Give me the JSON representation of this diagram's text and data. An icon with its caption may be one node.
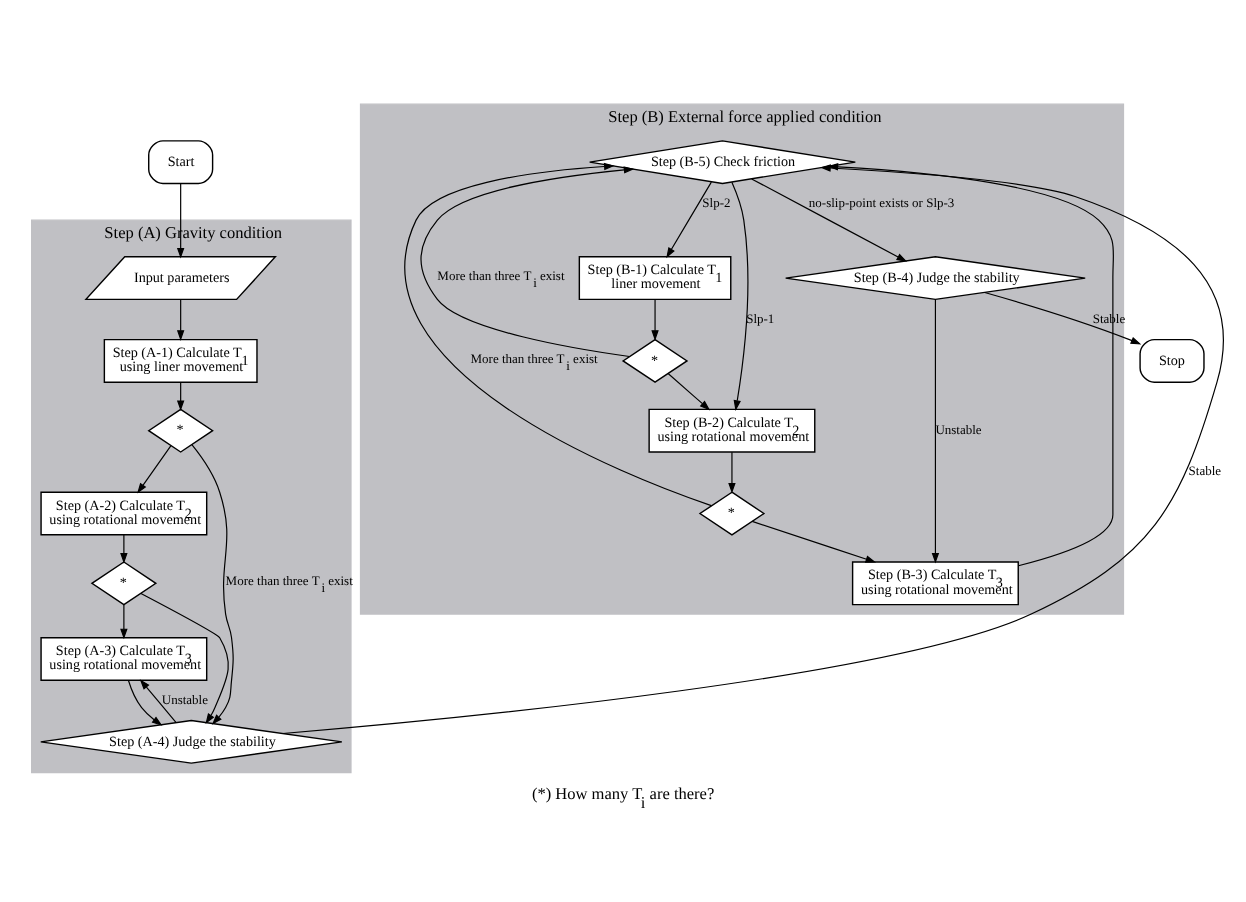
{
  "diagram": {
    "caption": "(*) How many T$_{i}$ are there?",
    "nodes": [
      {
        "text": [
          "Start"
        ]
      },
      {
        "text": [
          "Step (A) Gravity condition"
        ]
      },
      {
        "text": [
          "Input parameters"
        ],
        "in": 1
      },
      {
        "text": [
          "Step (A-1) Calculate T$_{1}$ using liner movement"
        ],
        "in": 1
      },
      {
        "text": [
          "*"
        ],
        "in": 1
      },
      {
        "text": [
          "Step (A-2) Calculate T$_{2}$ using rotational movement"
        ],
        "in": 1
      },
      {
        "text": [
          "*"
        ],
        "in": 1
      },
      {
        "text": [
          "Step (A-3) Calculate T$_{3}$ using rotational movement"
        ],
        "in": 1
      },
      {
        "text": [
          "Step (A-4) Judge the stability"
        ],
        "in": 1
      },
      {
        "text": [
          "Step (B) External force applied condition"
        ]
      },
      {
        "text": [
          "Step (B-5) Check friction"
        ],
        "in": 9
      },
      {
        "text": [
          "Step (B-4) Judge the stability"
        ],
        "in": 9
      },
      {
        "text": [
          "Stop"
        ]
      },
      {
        "text": [
          "Step (B-1) Calculate T$_{1}$ liner movement"
        ],
        "in": 9
      },
      {
        "text": [
          "*"
        ],
        "in": 9
      },
      {
        "text": [
          "Step (B-2) Calculate T$_{2}$ using rotational movement"
        ],
        "in": 9
      },
      {
        "text": [
          "*"
        ],
        "in": 9
      },
      {
        "text": [
          "Step (B-3) Calculate T$_{3}$ using rotational movement"
        ],
        "in": 9
      }
    ],
    "edges": [
      {
        "from": 0,
        "to": 2,
        "arrow": "to"
      },
      {
        "from": 2,
        "to": 3,
        "arrow": "to"
      },
      {
        "from": 3,
        "to": 4,
        "arrow": "to"
      },
      {
        "from": 4,
        "to": 5,
        "arrow": "to"
      },
      {
        "from": 5,
        "to": 6,
        "arrow": "to"
      },
      {
        "from": 6,
        "to": 7,
        "arrow": "to"
      },
      {
        "from": 7,
        "to": 8,
        "arrow": "to"
      },
      {
        "from": 4,
        "to": 8,
        "arrow": "to",
        "label": "More than three T$_{i}$ exist"
      },
      {
        "from": 6,
        "to": 8,
        "arrow": "to"
      },
      {
        "from": 8,
        "to": 7,
        "arrow": "to",
        "label": "Unstable"
      },
      {
        "from": 8,
        "to": 10,
        "arrow": "to",
        "label": "Stable"
      },
      {
        "from": 10,
        "to": 11,
        "arrow": "to",
        "label": "no-slip-point exists or Slp-3"
      },
      {
        "from": 11,
        "to": 12,
        "arrow": "to",
        "label": "Stable"
      },
      {
        "from": 11,
        "to": 17,
        "arrow": "to",
        "label": "Unstable"
      },
      {
        "from": 10,
        "to": 13,
        "arrow": "to",
        "label": "Slp-2"
      },
      {
        "from": 10,
        "to": 15,
        "arrow": "to",
        "label": "Slp-1"
      },
      {
        "from": 13,
        "to": 14,
        "arrow": "to"
      },
      {
        "from": 14,
        "to": 15,
        "arrow": "to"
      },
      {
        "from": 15,
        "to": 16,
        "arrow": "to"
      },
      {
        "from": 16,
        "to": 17,
        "arrow": "to"
      },
      {
        "from": 14,
        "to": 10,
        "arrow": "to",
        "label": "More than three T$_{i}$ exist"
      },
      {
        "from": 16,
        "to": 10,
        "arrow": "to",
        "label": "More than three T$_{i}$ exist"
      },
      {
        "from": 17,
        "to": 10,
        "arrow": "to"
      }
    ]
  }
}
